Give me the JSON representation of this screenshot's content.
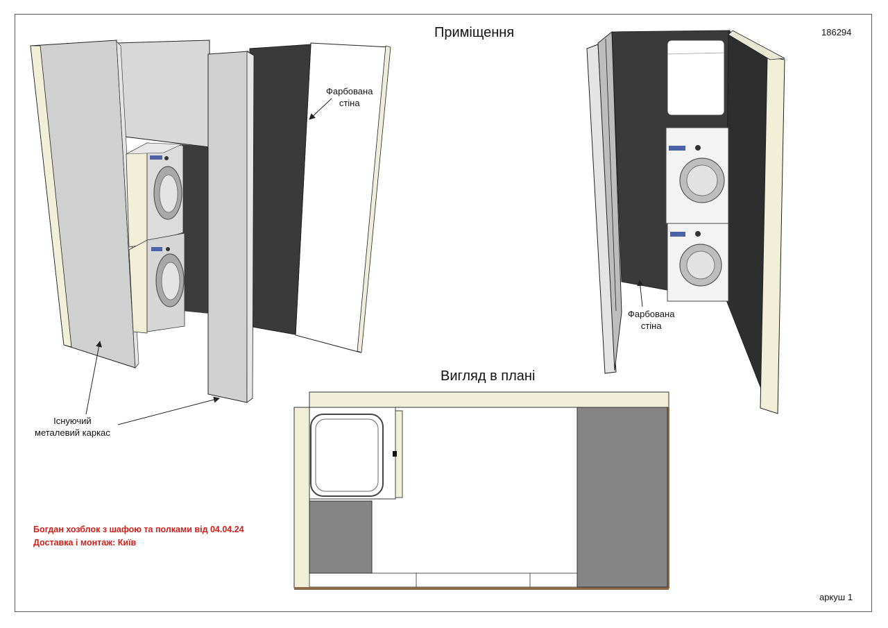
{
  "header": {
    "title": "Приміщення",
    "sheet_id": "186294"
  },
  "plan": {
    "title": "Вигляд в плані"
  },
  "annotations": {
    "painted_wall_1": {
      "line1": "Фарбована",
      "line2": "стіна"
    },
    "painted_wall_2": {
      "line1": "Фарбована",
      "line2": "стіна"
    },
    "existing_frame": {
      "line1": "Існуючий",
      "line2": "металевий каркас"
    }
  },
  "order": {
    "line1": "Богдан хозблок з шафою та полками від 04.04.24",
    "line2": "Доставка і монтаж: Київ"
  },
  "footer": {
    "page": "аркуш 1"
  },
  "colors": {
    "annotation_red": "#d1201b",
    "panel_grey": "#d2d2d2",
    "dark_wall": "#3a3a3a",
    "cream_edge": "#f1efd8",
    "plan_grey": "#858585",
    "floor_brown": "#8a6a4a"
  }
}
